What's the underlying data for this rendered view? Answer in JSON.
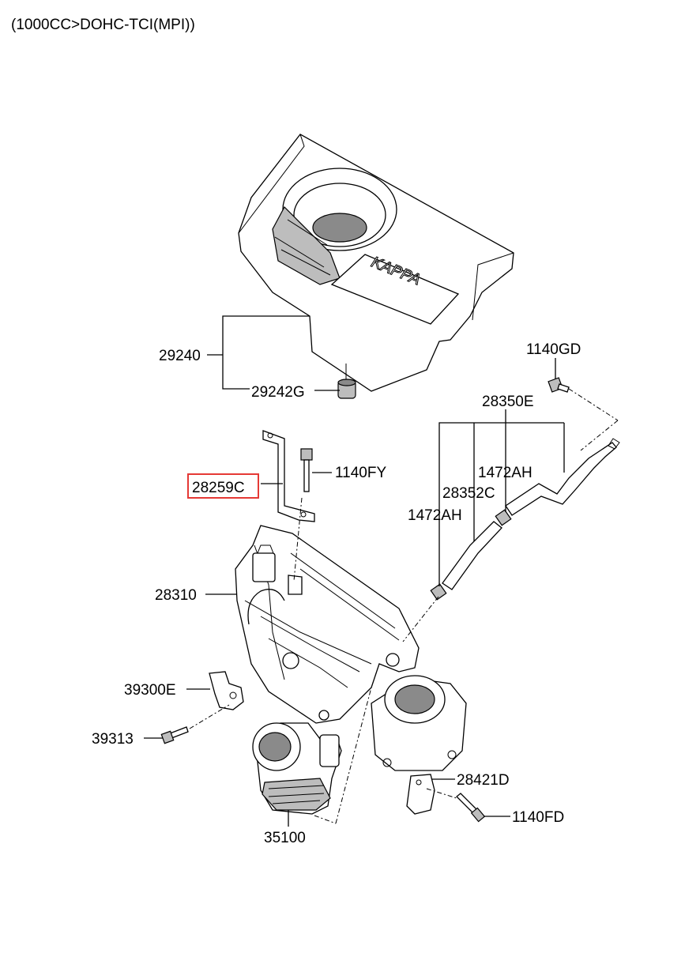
{
  "header": {
    "title": "(1000CC>DOHC-TCI(MPI))"
  },
  "cover_brand": "KAPPA",
  "highlight_color": "#e53935",
  "parts": [
    {
      "id": "p29240",
      "label": "29240"
    },
    {
      "id": "p29242G",
      "label": "29242G"
    },
    {
      "id": "p1140GD",
      "label": "1140GD"
    },
    {
      "id": "p28350E",
      "label": "28350E"
    },
    {
      "id": "p1140FY",
      "label": "1140FY"
    },
    {
      "id": "p28259C",
      "label": "28259C",
      "highlighted": true
    },
    {
      "id": "p1472AH_a",
      "label": "1472AH"
    },
    {
      "id": "p28352C",
      "label": "28352C"
    },
    {
      "id": "p1472AH_b",
      "label": "1472AH"
    },
    {
      "id": "p28310",
      "label": "28310"
    },
    {
      "id": "p39300E",
      "label": "39300E"
    },
    {
      "id": "p39313",
      "label": "39313"
    },
    {
      "id": "p28421D",
      "label": "28421D"
    },
    {
      "id": "p1140FD",
      "label": "1140FD"
    },
    {
      "id": "p35100",
      "label": "35100"
    }
  ]
}
